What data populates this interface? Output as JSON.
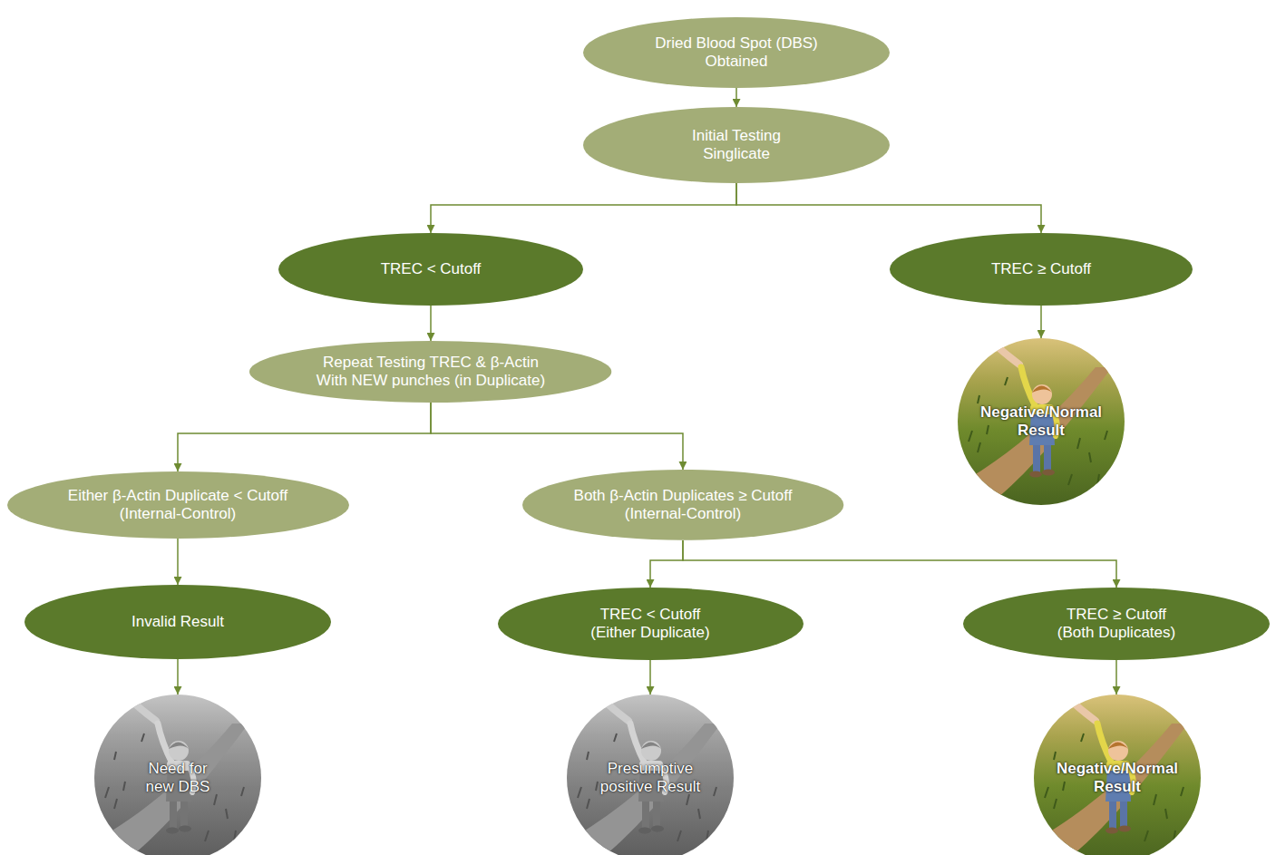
{
  "diagram": {
    "nodes": [
      {
        "text": [
          "Dried Blood Spot (DBS) Obtained"
        ]
      },
      {
        "text": [
          "Initial Testing Singlicate"
        ]
      },
      {
        "text": [
          "TREC < Cutoff"
        ]
      },
      {
        "text": [
          "TREC ≥ Cutoff"
        ]
      },
      {
        "text": [
          "Repeat Testing TREC & β-Actin With NEW punches (in Duplicate)"
        ]
      },
      {
        "text": [
          "Either β-Actin Duplicate < Cutoff (Internal-Control)"
        ]
      },
      {
        "text": [
          "Both β-Actin Duplicates ≥ Cutoff (Internal-Control)"
        ]
      },
      {
        "text": [
          "Invalid Result"
        ]
      },
      {
        "text": [
          "TREC < Cutoff (Either Duplicate)"
        ]
      },
      {
        "text": [
          "TREC ≥ Cutoff (Both Duplicates)"
        ]
      },
      {
        "text": [
          "Negative/Normal Result"
        ]
      },
      {
        "text": [
          "Need for new DBS"
        ]
      },
      {
        "text": [
          "Presumptive positive Result"
        ]
      },
      {
        "text": [
          "Negative/Normal Result"
        ]
      }
    ],
    "edges": [
      {
        "from": 0,
        "to": 1,
        "arrow": "to"
      },
      {
        "from": 1,
        "to": 2,
        "arrow": "to"
      },
      {
        "from": 1,
        "to": 3,
        "arrow": "to"
      },
      {
        "from": 2,
        "to": 4,
        "arrow": "to"
      },
      {
        "from": 3,
        "to": 10,
        "arrow": "to"
      },
      {
        "from": 4,
        "to": 5,
        "arrow": "to"
      },
      {
        "from": 4,
        "to": 6,
        "arrow": "to"
      },
      {
        "from": 5,
        "to": 7,
        "arrow": "to"
      },
      {
        "from": 6,
        "to": 8,
        "arrow": "to"
      },
      {
        "from": 6,
        "to": 9,
        "arrow": "to"
      },
      {
        "from": 7,
        "to": 11,
        "arrow": "to"
      },
      {
        "from": 8,
        "to": 12,
        "arrow": "to"
      },
      {
        "from": 9,
        "to": 13,
        "arrow": "to"
      }
    ]
  }
}
